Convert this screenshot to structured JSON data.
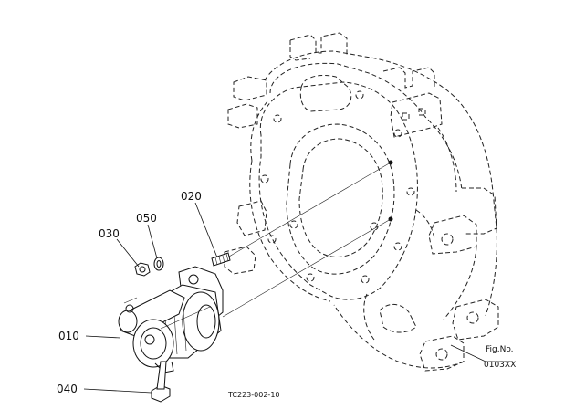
{
  "callouts": {
    "p010": "010",
    "p020": "020",
    "p030": "030",
    "p040": "040",
    "p050": "050"
  },
  "figure": {
    "label": "Fig.No.",
    "number": "0103XX",
    "drawing_code": "TC223-002-10"
  }
}
